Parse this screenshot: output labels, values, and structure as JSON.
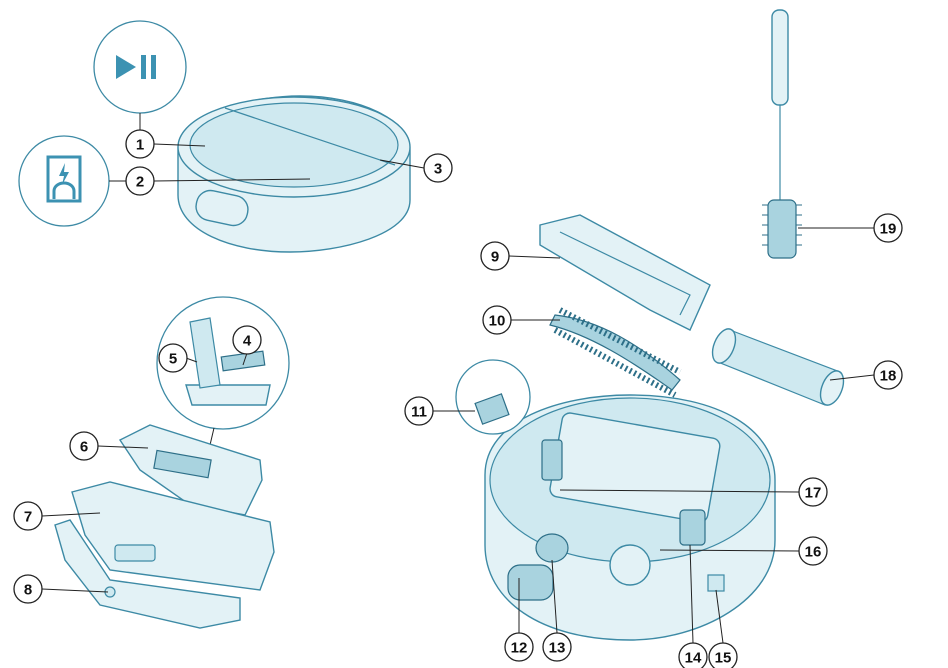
{
  "diagram": {
    "icons": {
      "play_pause": {
        "name": "play-pause-icon",
        "color": "#3c92b2"
      },
      "charging": {
        "name": "charging-dock-icon",
        "color": "#3c92b2"
      }
    },
    "callouts": [
      "1",
      "2",
      "3",
      "4",
      "5",
      "6",
      "7",
      "8",
      "9",
      "10",
      "11",
      "12",
      "13",
      "14",
      "15",
      "16",
      "17",
      "18",
      "19"
    ],
    "colors": {
      "fill": "#e3f2f6",
      "stroke": "#3d8aa5",
      "callout": "#222222"
    }
  }
}
